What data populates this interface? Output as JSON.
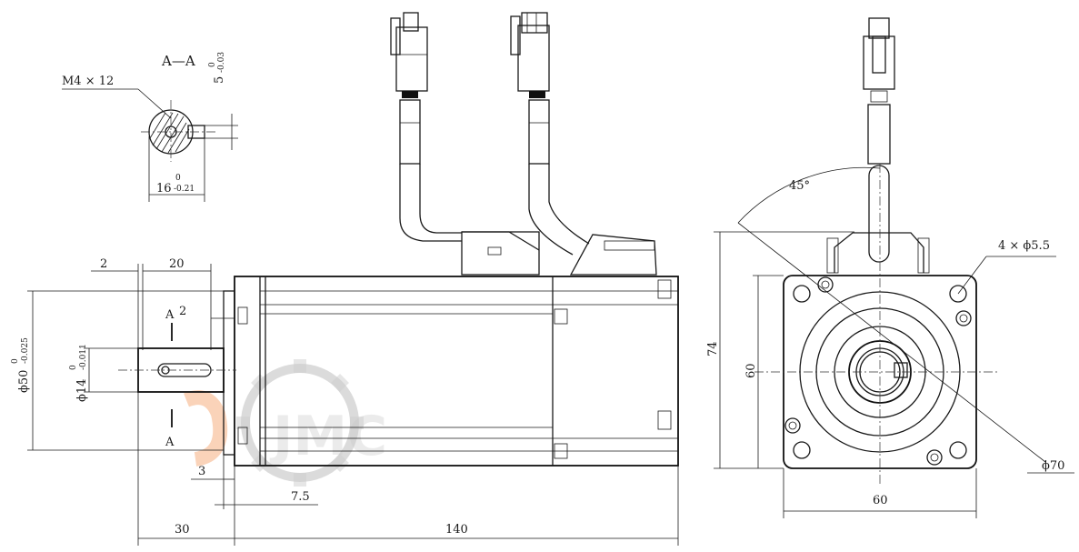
{
  "section": {
    "title": "A—A",
    "thread": "M4 × 12",
    "key_width": "5",
    "key_width_tol_upper": "0",
    "key_width_tol_lower": "-0.03",
    "key_height": "16",
    "key_height_tol_upper": "0",
    "key_height_tol_lower": "-0.21"
  },
  "side_view": {
    "section_mark": "A",
    "shaft_step": "2",
    "shaft_len_2": "2",
    "shaft_len_20": "20",
    "pilot_dia": "ϕ50",
    "pilot_tol_upper": "0",
    "pilot_tol_lower": "-0.025",
    "shaft_dia": "ϕ14",
    "shaft_tol_upper": "0",
    "shaft_tol_lower": "-0.011",
    "flange_thk": "3",
    "flange_to_face": "7.5",
    "shaft_len_total": "30",
    "body_len": "140"
  },
  "front_view": {
    "angle": "45°",
    "holes": "4 × ϕ5.5",
    "height_total": "74",
    "square_v": "60",
    "square_h": "60",
    "bolt_circle": "ϕ70"
  },
  "watermark": {
    "text": "JMC",
    "colors": [
      "#f7b98a",
      "#c8c8c8"
    ]
  }
}
